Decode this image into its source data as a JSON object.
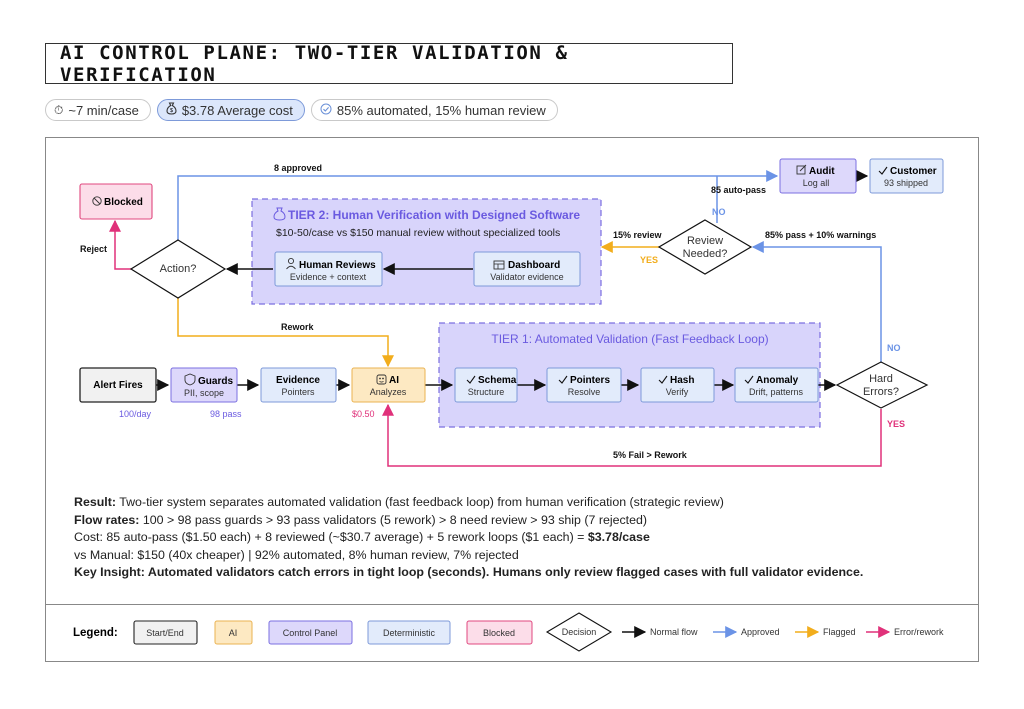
{
  "title": "AI CONTROL PLANE: TWO-TIER VALIDATION & VERIFICATION",
  "pills": [
    {
      "icon": "stopwatch-icon",
      "text": "~7 min/case"
    },
    {
      "icon": "money-bag-icon",
      "text": "$3.78 Average cost"
    },
    {
      "icon": "check-circle-icon",
      "text": "85% automated, 15% human review"
    }
  ],
  "colors": {
    "black_arrow": "#111111",
    "blue_arrow": "#6b93e6",
    "orange_arrow": "#f2ad1c",
    "pink_arrow": "#e0317a",
    "tier_fill": "#d8d4fb",
    "tier_border": "#7b6fe0",
    "tier_title": "#6a5ae0",
    "ai_fill": "#fde9c2",
    "ai_border": "#eab352",
    "control_fill": "#ddd8fb",
    "deterministic_fill": "#e2ebfb",
    "blocked_fill": "#fcdde9",
    "blocked_border": "#e0487f",
    "start_fill": "#f1f1f1"
  },
  "nodes": {
    "alert": {
      "label": "Alert Fires",
      "note": "100/day"
    },
    "guards": {
      "label": "Guards",
      "sub": "PII, scope",
      "note": "98 pass"
    },
    "evidence": {
      "label": "Evidence",
      "sub": "Pointers"
    },
    "ai": {
      "label": "AI",
      "sub": "Analyzes",
      "note": "$0.50"
    },
    "schema": {
      "label": "Schema",
      "sub": "Structure"
    },
    "pointers": {
      "label": "Pointers",
      "sub": "Resolve"
    },
    "hash": {
      "label": "Hash",
      "sub": "Verify"
    },
    "anomaly": {
      "label": "Anomaly",
      "sub": "Drift, patterns"
    },
    "hard_errors": {
      "line1": "Hard",
      "line2": "Errors?"
    },
    "review_needed": {
      "line1": "Review",
      "line2": "Needed?"
    },
    "action": {
      "label": "Action?"
    },
    "blocked": {
      "label": "Blocked"
    },
    "audit": {
      "label": "Audit",
      "sub": "Log all"
    },
    "customer": {
      "label": "Customer",
      "sub": "93 shipped"
    },
    "human_reviews": {
      "label": "Human Reviews",
      "sub": "Evidence + context"
    },
    "dashboard": {
      "label": "Dashboard",
      "sub": "Validator evidence"
    }
  },
  "tier1": {
    "title": "TIER 1: Automated Validation (Fast Feedback Loop)"
  },
  "tier2": {
    "title": "TIER 2: Human Verification with Designed Software",
    "subtitle": "$10-50/case vs $150 manual review without specialized tools"
  },
  "edges": {
    "approved8": "8 approved",
    "auto_pass": "85 auto-pass",
    "no_top": "NO",
    "review15": "15% review",
    "yes_review": "YES",
    "pass_warn": "85% pass + 10% warnings",
    "reject": "Reject",
    "rework": "Rework",
    "no_hard": "NO",
    "yes_hard": "YES",
    "fail_rework": "5% Fail > Rework"
  },
  "result": {
    "l1_bold": "Result:",
    "l1": " Two-tier system separates automated validation (fast feedback loop) from human verification (strategic review)",
    "l2_bold": "Flow rates:",
    "l2": " 100 > 98 pass guards > 93 pass validators (5 rework) > 8 need review > 93 ship (7 rejected)",
    "l3": "Cost: 85 auto-pass ($1.50 each) + 8 reviewed (~$30.7 average) + 5 rework loops ($1 each) = ",
    "l3_bold": "$3.78/case",
    "l4": "vs Manual: $150 (40x cheaper) | 92% automated, 8% human review, 7% rejected",
    "l5": "Key Insight: Automated validators catch errors in tight loop (seconds). Humans only review flagged cases with full validator evidence."
  },
  "legend": {
    "title": "Legend:",
    "items": [
      "Start/End",
      "AI",
      "Control Panel",
      "Deterministic",
      "Blocked"
    ],
    "decision": "Decision",
    "arrows": [
      "Normal flow",
      "Approved",
      "Flagged",
      "Error/rework"
    ]
  }
}
